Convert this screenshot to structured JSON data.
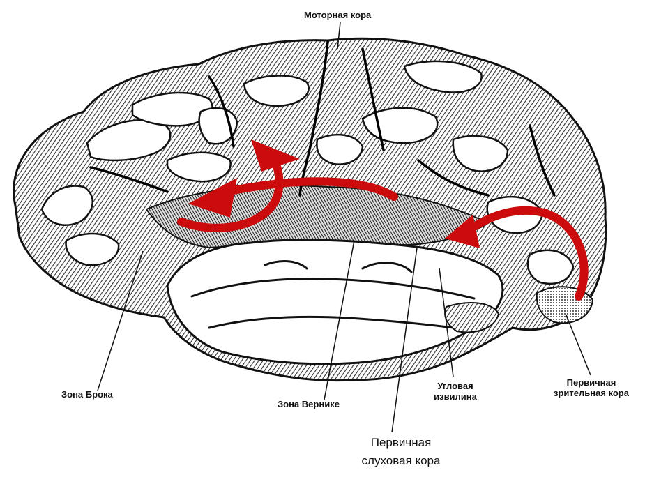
{
  "diagram": {
    "labels": {
      "motor_cortex": "Моторная кора",
      "broca_area": "Зона Брока",
      "wernicke_area": "Зона Вернике",
      "angular_gyrus": [
        "Угловая",
        "извилина"
      ],
      "primary_visual_cortex": [
        "Первичная",
        "зрительная кора"
      ],
      "primary_auditory_cortex": [
        "Первичная",
        "слуховая кора"
      ]
    },
    "colors": {
      "arrow": "#cc0c0c",
      "outline": "#111111",
      "hatch": "#3a3a3a",
      "background": "#ffffff"
    },
    "icons": [
      "brain-illustration",
      "arrow-icon"
    ]
  }
}
